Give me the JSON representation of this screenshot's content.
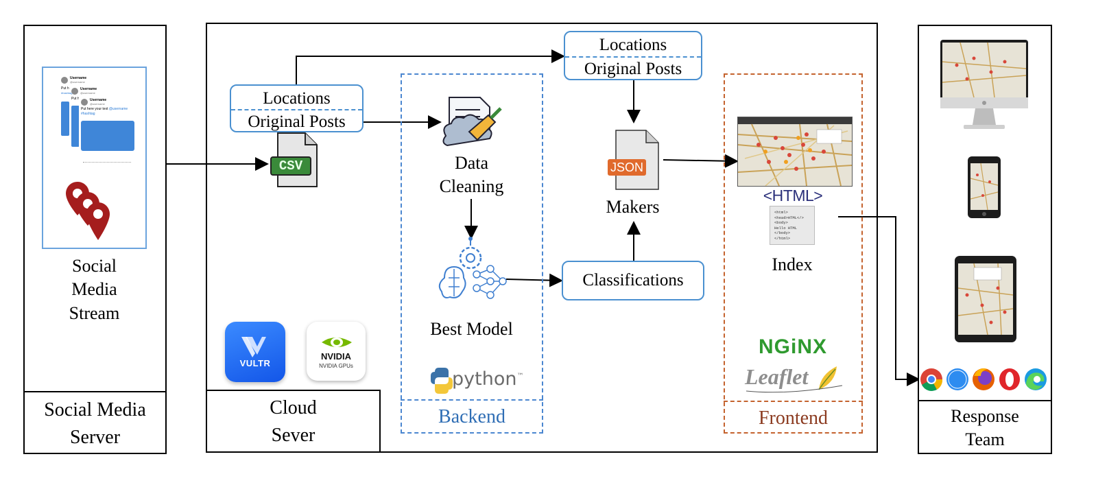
{
  "panels": {
    "social_media_server": {
      "title": "Social Media Server",
      "stream_label": [
        "Social",
        "Media",
        "Stream"
      ],
      "tweet": {
        "username": "Username",
        "handle": "@username",
        "text_prefix": "Put here your text",
        "mention": "@username",
        "hashtag": "#hashtag",
        "put_short": "Put h",
        "hashtag_short": "#hashtag"
      }
    },
    "cloud_server": {
      "title": [
        "Cloud",
        "Sever"
      ],
      "vultr": "VULTR",
      "nvidia": "NVIDIA",
      "nvidia_sub": "NVIDIA GPUs"
    },
    "response_team": {
      "title": [
        "Response",
        "Team"
      ]
    }
  },
  "nodes": {
    "locations_left": {
      "line1": "Locations",
      "line2": "Original Posts"
    },
    "locations_top": {
      "line1": "Locations",
      "line2": "Original Posts"
    },
    "csv": "CSV",
    "data_cleaning": [
      "Data",
      "Cleaning"
    ],
    "best_model": "Best Model",
    "python": "python",
    "python_tm": "™",
    "backend": "Backend",
    "json": "JSON",
    "makers": "Makers",
    "classifications": "Classifications",
    "html_tag": "<HTML>",
    "html_code": [
      "<html>",
      "<head>HTML</>",
      "<body>",
      "Hello HTML",
      "</body>",
      "</html>"
    ],
    "index": "Index",
    "nginx": "NGiNX",
    "leaflet": "Leaflet",
    "frontend": "Frontend"
  },
  "colors": {
    "box_border": "#4a90d0",
    "backend_text": "#2e6db4",
    "frontend_text": "#8b3a1f",
    "marker_red": "#a51d1d",
    "csv_green": "#3a8a3a",
    "json_orange": "#e06a2c",
    "nginx_green": "#2f9a2f",
    "vultr_blue": "#1f6ff5"
  }
}
